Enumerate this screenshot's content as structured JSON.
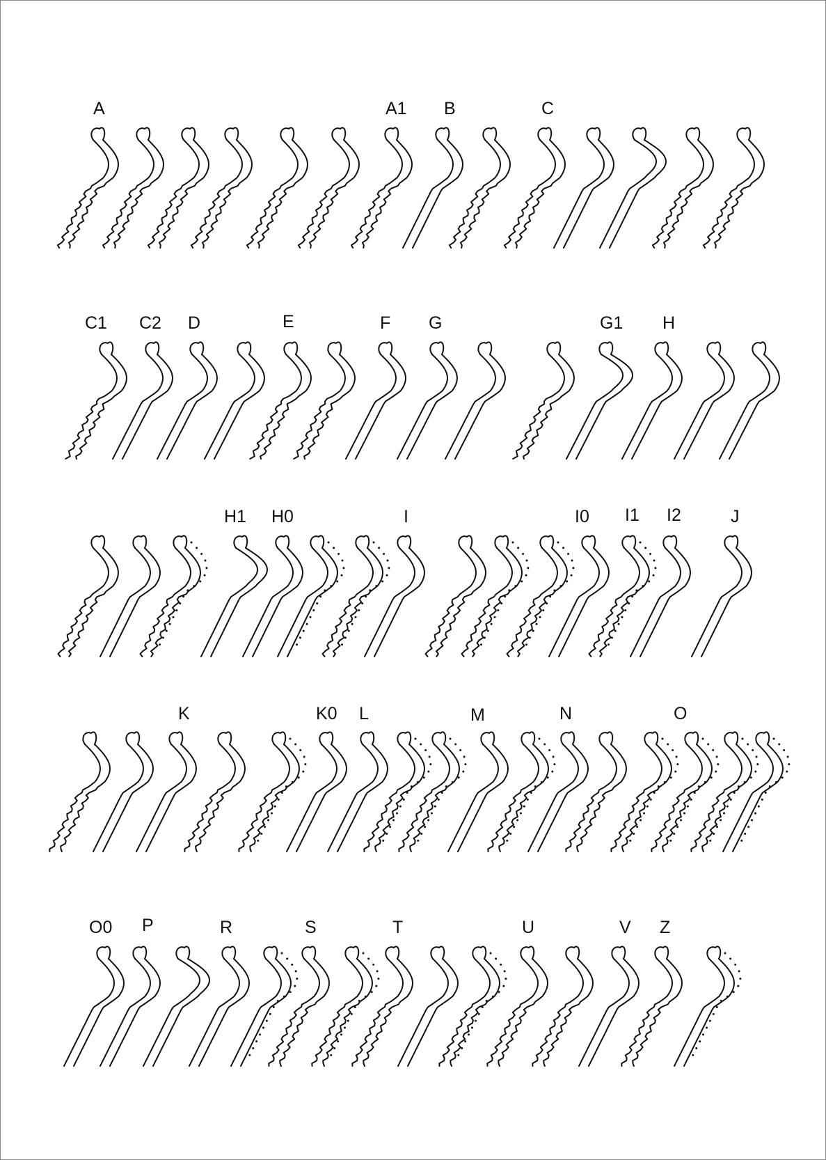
{
  "figure": {
    "labels": [
      "A",
      "A1",
      "B",
      "C",
      "C1",
      "C2",
      "D",
      "E",
      "F",
      "G",
      "G1",
      "H",
      "H1",
      "H0",
      "I",
      "I0",
      "I1",
      "I2",
      "J",
      "K",
      "K0",
      "L",
      "M",
      "N",
      "O",
      "O0",
      "P",
      "R",
      "S",
      "T",
      "U",
      "V",
      "Z"
    ]
  },
  "colors": {
    "ink": "#111111",
    "paper": "#ffffff",
    "frame": "#8a8a8a"
  }
}
